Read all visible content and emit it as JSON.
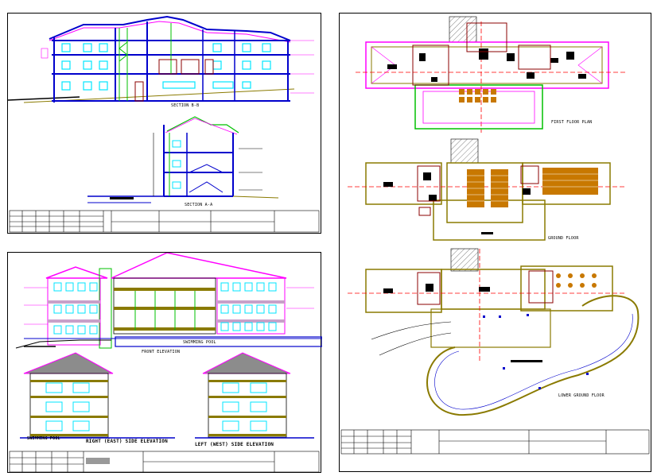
{
  "sheets": {
    "sections": {
      "section_bb_label": "SECTION B-B",
      "section_aa_label": "SECTION A-A"
    },
    "elevations": {
      "front_label": "FRONT ELEVATION",
      "pool_front_label": "SWIMMING POOL",
      "pool_side_label": "SWIMMING POOL",
      "right_label": "RIGHT (EAST) SIDE ELEVATION",
      "left_label": "LEFT (WEST) SIDE ELEVATION"
    },
    "plans": {
      "first_floor_label": "FIRST FLOOR PLAN",
      "ground_floor_label": "GROUND FLOOR",
      "lower_ground_label": "LOWER GROUND FLOOR"
    }
  },
  "colors": {
    "roof_magenta": "#ff00ff",
    "wall_green": "#00c000",
    "window_cyan": "#00e5ff",
    "furniture_orange": "#c87800",
    "frame_olive": "#8a7a00",
    "blue_line": "#0000cc",
    "red_line": "#ff0000",
    "roof_gray": "#8c8c8c"
  }
}
